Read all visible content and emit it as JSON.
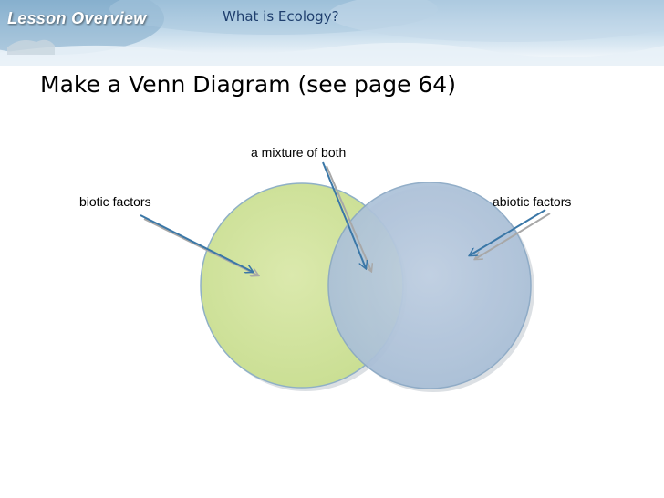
{
  "header": {
    "lesson_label": "Lesson Overview",
    "topic": "What is Ecology?"
  },
  "slide": {
    "title": "Make a Venn Diagram  (see page 64)"
  },
  "diagram": {
    "left_label": "biotic factors",
    "center_label": "a mixture of both",
    "right_label": "abiotic factors",
    "colors": {
      "left_circle": "#d5e6a4",
      "right_circle": "#b3c6dc",
      "overlap": "#b9c9a8",
      "arrow": "#3a77a7"
    }
  }
}
